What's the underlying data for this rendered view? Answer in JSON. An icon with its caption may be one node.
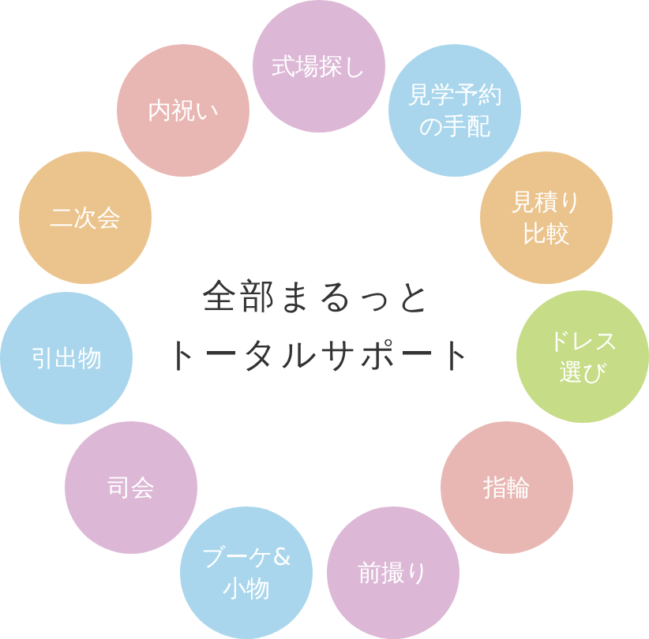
{
  "diagram": {
    "nodes": [
      {
        "text": [
          "式場探し"
        ]
      },
      {
        "text": [
          "見学予約の手配"
        ]
      },
      {
        "text": [
          "見積り比較"
        ]
      },
      {
        "text": [
          "ドレス選び"
        ]
      },
      {
        "text": [
          "指輪"
        ]
      },
      {
        "text": [
          "前撮り"
        ]
      },
      {
        "text": [
          "ブーケ&小物"
        ]
      },
      {
        "text": [
          "司会"
        ]
      },
      {
        "text": [
          "引出物"
        ]
      },
      {
        "text": [
          "二次会"
        ]
      },
      {
        "text": [
          "内祝い"
        ]
      }
    ],
    "labels": [
      "全部まるっと",
      "トータルサポート"
    ]
  }
}
